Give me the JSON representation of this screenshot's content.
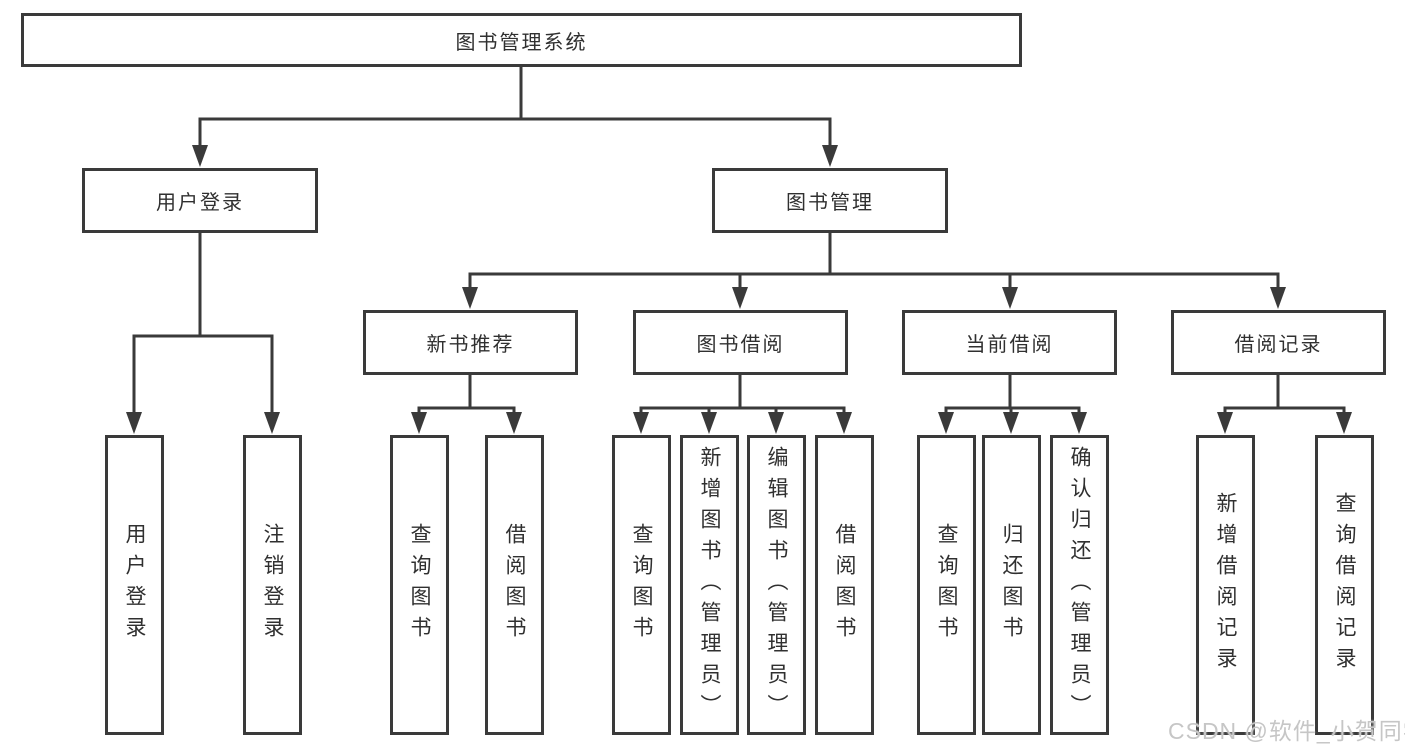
{
  "tree": {
    "label": "图书管理系统",
    "children": [
      {
        "label": "用户登录",
        "children": [
          {
            "label": "用户登录"
          },
          {
            "label": "注销登录"
          }
        ]
      },
      {
        "label": "图书管理",
        "children": [
          {
            "label": "新书推荐",
            "children": [
              {
                "label": "查询图书"
              },
              {
                "label": "借阅图书"
              }
            ]
          },
          {
            "label": "图书借阅",
            "children": [
              {
                "label": "查询图书"
              },
              {
                "label": "新增图书（管理员）"
              },
              {
                "label": "编辑图书（管理员）"
              },
              {
                "label": "借阅图书"
              }
            ]
          },
          {
            "label": "当前借阅",
            "children": [
              {
                "label": "查询图书"
              },
              {
                "label": "归还图书"
              },
              {
                "label": "确认归还（管理员）"
              }
            ]
          },
          {
            "label": "借阅记录",
            "children": [
              {
                "label": "新增借阅记录"
              },
              {
                "label": "查询借阅记录"
              }
            ]
          }
        ]
      }
    ]
  },
  "watermark": {
    "text": "CSDN @软件_小贺同学"
  },
  "colors": {
    "line": "#3a3a3a",
    "box_border": "#3a3a3a",
    "text": "#303030",
    "watermark": "#c6c6c6",
    "background": "#ffffff"
  }
}
